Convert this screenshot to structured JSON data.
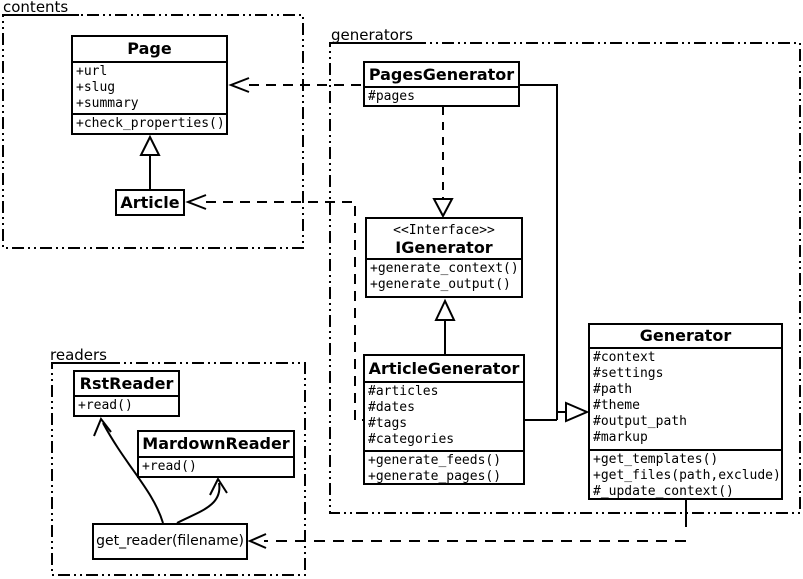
{
  "diagram": {
    "kind": "uml-class-diagram",
    "colors": {
      "line": "#000000",
      "background": "#ffffff"
    }
  },
  "packages": {
    "contents": {
      "label": "contents"
    },
    "generators": {
      "label": "generators"
    },
    "readers": {
      "label": "readers"
    }
  },
  "classes": {
    "page": {
      "title": "Page",
      "attributes": [
        "+url",
        "+slug",
        "+summary"
      ],
      "methods": [
        "+check_properties()"
      ]
    },
    "article": {
      "title": "Article"
    },
    "pages_generator": {
      "title": "PagesGenerator",
      "attributes": [
        "#pages"
      ]
    },
    "igenerator": {
      "stereotype": "<<Interface>>",
      "title": "IGenerator",
      "methods": [
        "+generate_context()",
        "+generate_output()"
      ]
    },
    "article_generator": {
      "title": "ArticleGenerator",
      "attributes": [
        "#articles",
        "#dates",
        "#tags",
        "#categories"
      ],
      "methods": [
        "+generate_feeds()",
        "+generate_pages()"
      ]
    },
    "generator": {
      "title": "Generator",
      "attributes": [
        "#context",
        "#settings",
        "#path",
        "#theme",
        "#output_path",
        "#markup"
      ],
      "methods": [
        "+get_templates()",
        "+get_files(path,exclude)",
        "#_update_context()"
      ]
    },
    "rst_reader": {
      "title": "RstReader",
      "methods": [
        "+read()"
      ]
    },
    "mardown_reader": {
      "title": "MardownReader",
      "methods": [
        "+read()"
      ]
    },
    "get_reader": {
      "title": "get_reader(filename)"
    }
  },
  "relationships": [
    {
      "from": "Article",
      "to": "Page",
      "type": "inheritance",
      "line": "solid",
      "head": "hollow-triangle"
    },
    {
      "from": "PagesGenerator",
      "to": "Page",
      "type": "dependency",
      "line": "dashed",
      "head": "open-arrow"
    },
    {
      "from": "ArticleGenerator",
      "to": "Article",
      "type": "dependency",
      "line": "dashed",
      "head": "open-arrow"
    },
    {
      "from": "PagesGenerator",
      "to": "IGenerator",
      "type": "realization",
      "line": "dashed",
      "head": "hollow-triangle"
    },
    {
      "from": "ArticleGenerator",
      "to": "IGenerator",
      "type": "inheritance",
      "line": "solid",
      "head": "hollow-triangle"
    },
    {
      "from": "PagesGenerator",
      "to": "Generator",
      "type": "inheritance",
      "line": "solid",
      "head": "hollow-triangle"
    },
    {
      "from": "ArticleGenerator",
      "to": "Generator",
      "type": "inheritance",
      "line": "solid",
      "head": "hollow-triangle"
    },
    {
      "from": "Generator",
      "to": "get_reader(filename)",
      "type": "dependency",
      "line": "dashed",
      "head": "open-arrow"
    },
    {
      "from": "get_reader(filename)",
      "to": "RstReader",
      "type": "call",
      "line": "curved-solid",
      "head": "open-arrow"
    },
    {
      "from": "get_reader(filename)",
      "to": "MardownReader",
      "type": "call",
      "line": "curved-solid",
      "head": "open-arrow"
    }
  ]
}
